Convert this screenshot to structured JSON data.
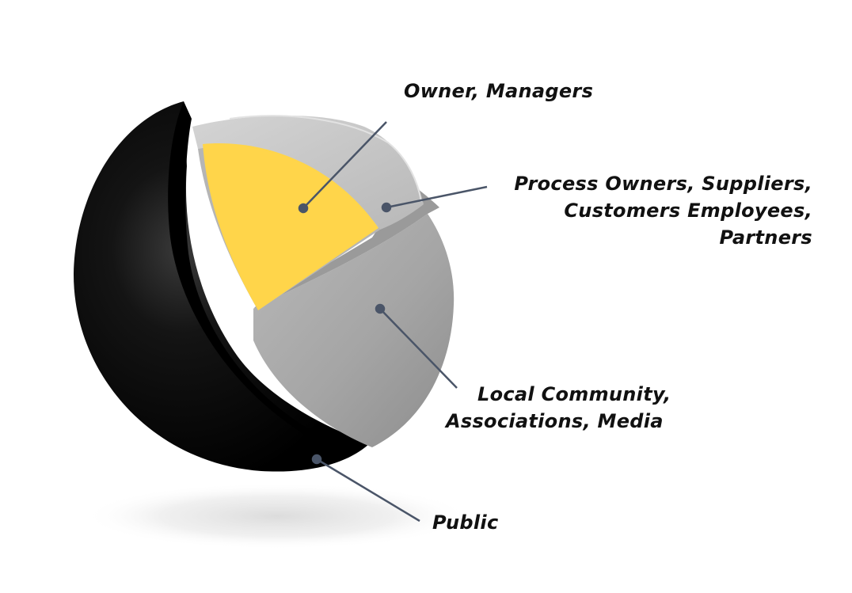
{
  "diagram": {
    "layers": [
      {
        "id": "core",
        "label": "Owner, Managers",
        "color": "#FFD54A"
      },
      {
        "id": "inner-shell",
        "label": "Process Owners, Suppliers, Customers Employees, Partners",
        "lines": [
          "Process Owners, Suppliers,",
          "Customers Employees,",
          "Partners"
        ],
        "color": "#C8C8C8"
      },
      {
        "id": "middle-shell",
        "label": "Local Community, Associations, Media",
        "lines": [
          "Local Community,",
          "Associations, Media"
        ],
        "color": "#A8A8A8"
      },
      {
        "id": "outer-shell",
        "label": "Public",
        "color": "#000000"
      }
    ],
    "connector_color": "#4A5568"
  }
}
